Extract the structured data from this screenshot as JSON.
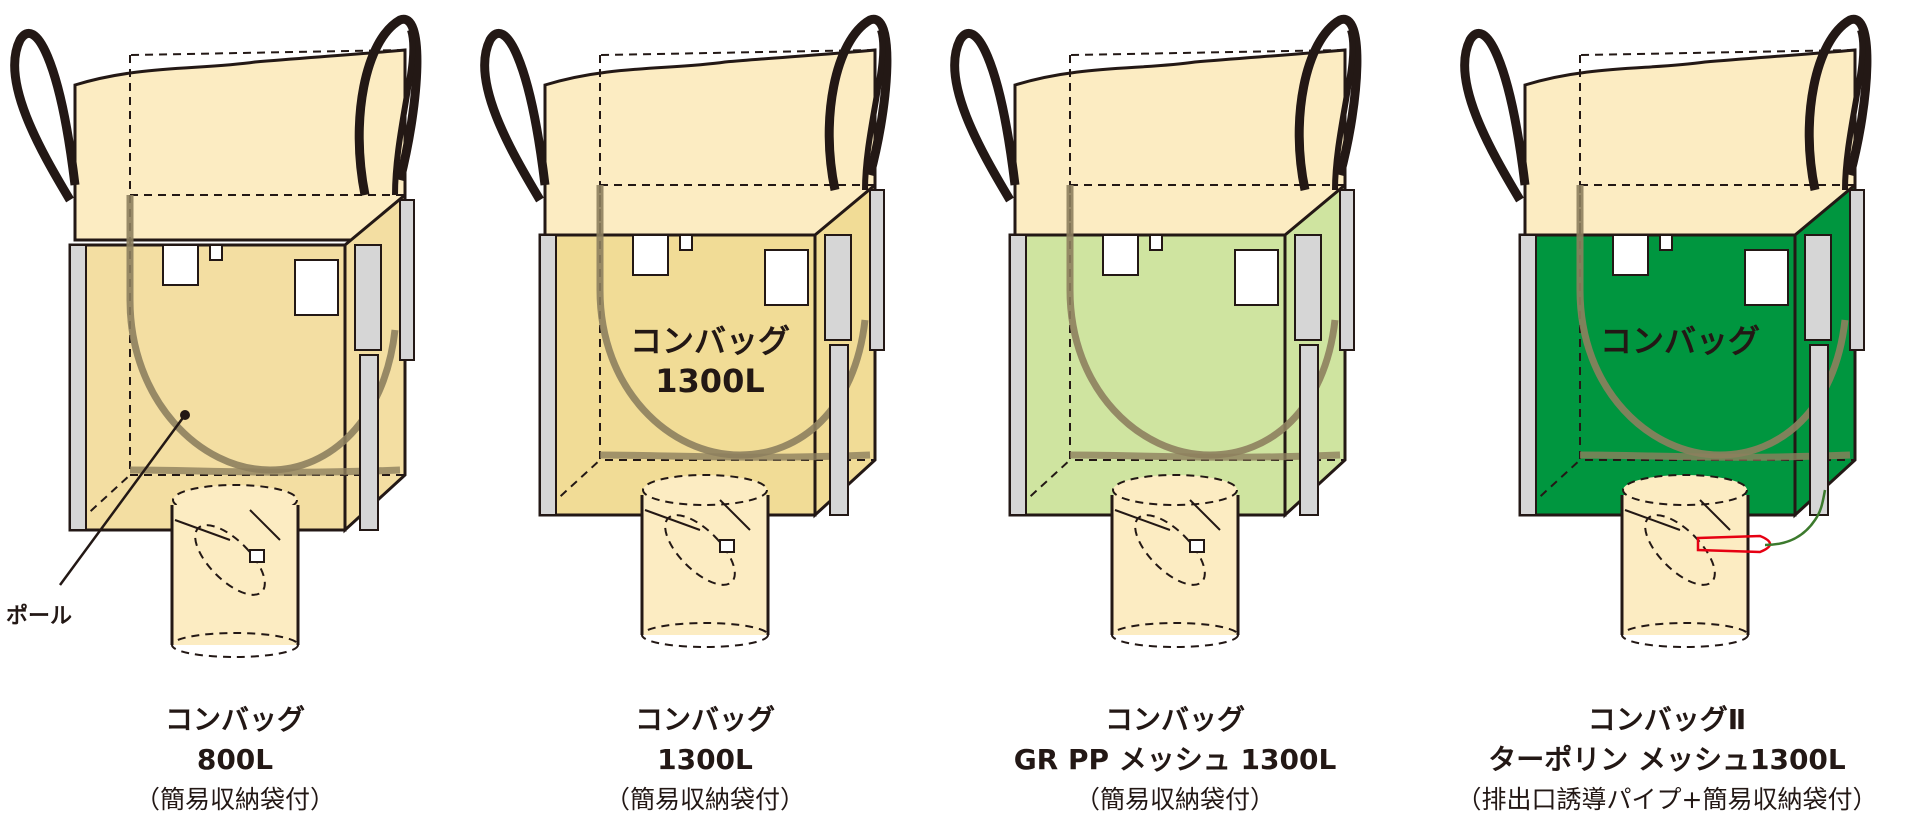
{
  "products": [
    {
      "name": "コンバッグ",
      "spec": "800L",
      "note": "（簡易収納袋付）",
      "body_color": "#f3dea2",
      "bag_label": "",
      "bag_label_2": ""
    },
    {
      "name": "コンバッグ",
      "spec": "1300L",
      "note": "（簡易収納袋付）",
      "body_color": "#f1dc96",
      "bag_label": "コンバッグ",
      "bag_label_2": "1300L"
    },
    {
      "name": "コンバッグ",
      "spec": "GR PP メッシュ 1300L",
      "note": "（簡易収納袋付）",
      "body_color": "#cfe4a0",
      "bag_label": "",
      "bag_label_2": ""
    },
    {
      "name": "コンバッグⅡ",
      "spec": "ターポリン メッシュ1300L",
      "note": "（排出口誘導パイプ+簡易収納袋付）",
      "body_color": "#00963f",
      "bag_label": "コンバッグ",
      "bag_label_2": ""
    }
  ],
  "callout": {
    "label": "ポール"
  },
  "colors": {
    "top_fabric": "#fcecc2",
    "outline": "#231815",
    "belt": "#d6d6d6",
    "pole": "#8d7f5e",
    "tag": "#ffffff",
    "pipe_red": "#e60012",
    "cord_green": "#3c7a2d"
  }
}
